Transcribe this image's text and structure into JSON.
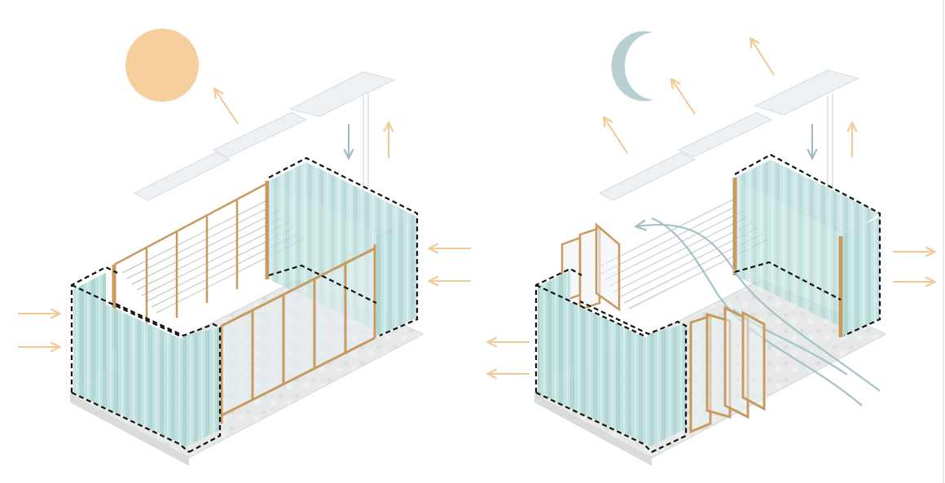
{
  "colors": {
    "sun": "#f6cf9d",
    "moon": "#b9d0d2",
    "warm_arrow": "#f3c995",
    "cool_arrow": "#9fbcc0",
    "glass_wall": "#bfe0de",
    "timber_frame": "#c99a5f",
    "panel": "#eef1f4",
    "floor": "#eceeee",
    "dashed_outline": "#111111",
    "airflow": "#a3c3c8"
  },
  "left_scene": {
    "label": "day-closed",
    "icon": "sun-icon",
    "state": "glazing closed"
  },
  "right_scene": {
    "label": "night-open",
    "icon": "moon-icon",
    "state": "glazing folded open"
  }
}
